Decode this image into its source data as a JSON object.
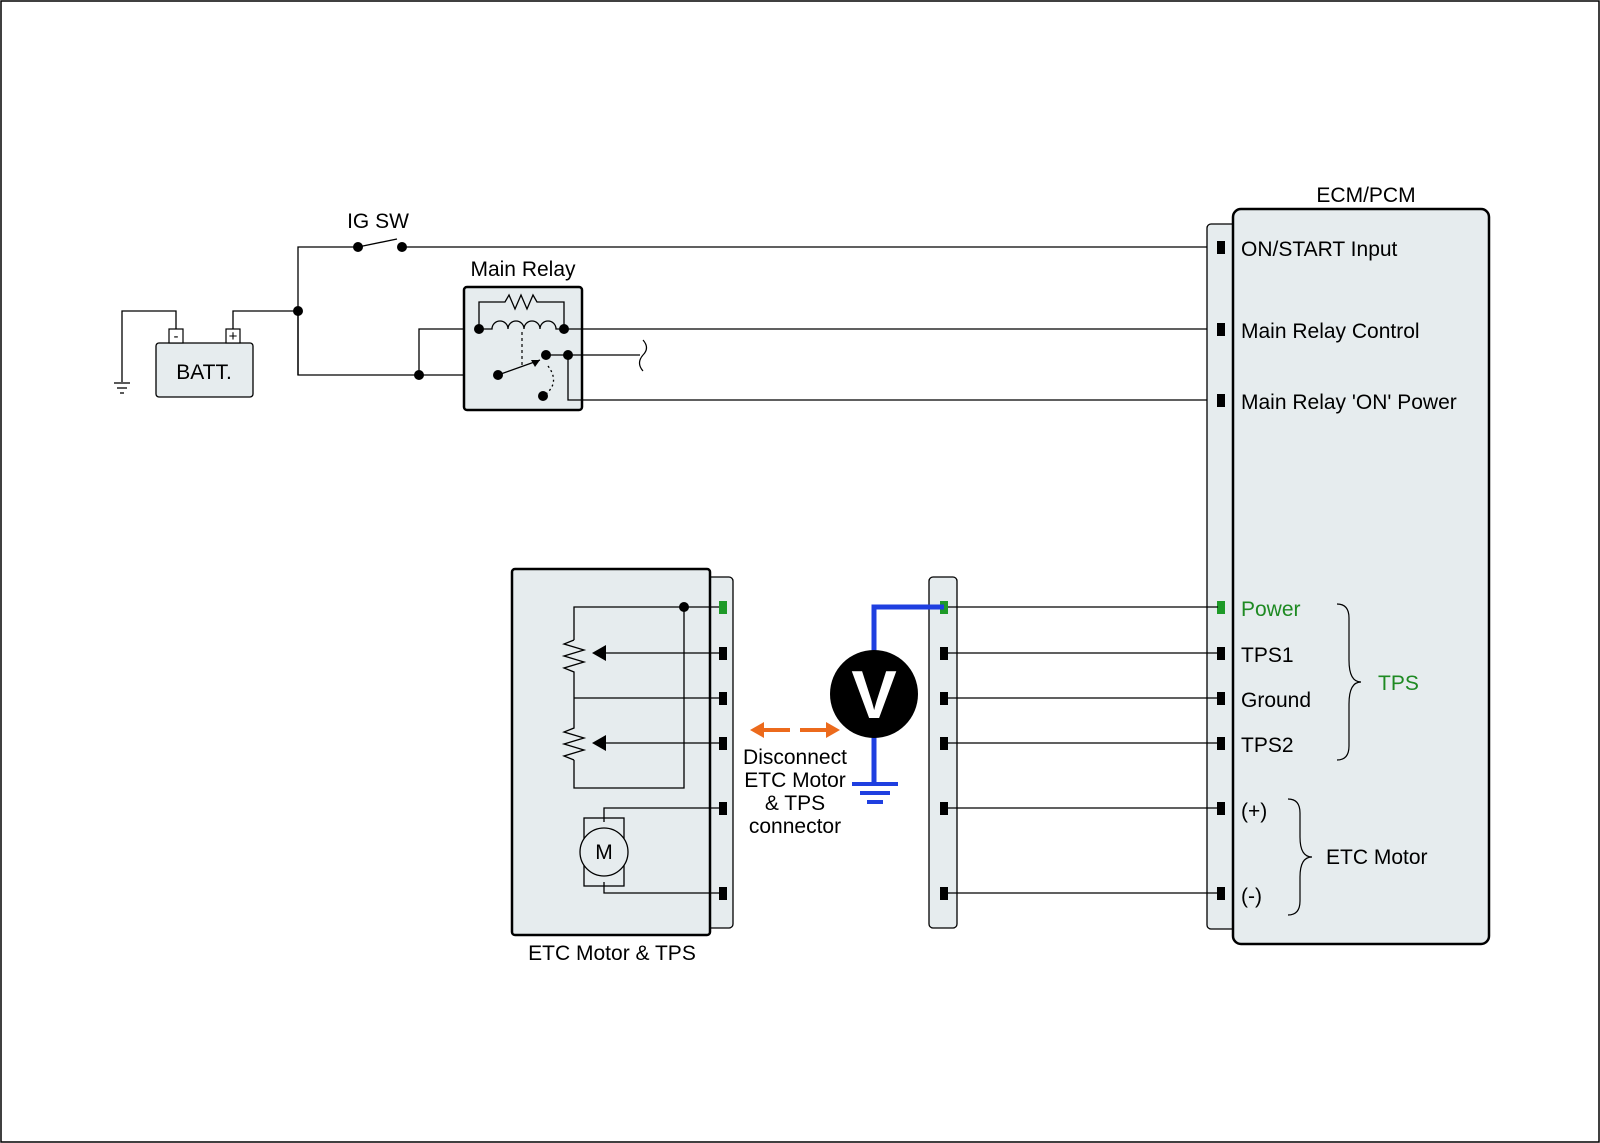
{
  "labels": {
    "ig_switch": "IG SW",
    "main_relay": "Main Relay",
    "battery": "BATT.",
    "battery_neg": "-",
    "battery_pos": "+",
    "ecm": "ECM/PCM",
    "etc_module": "ETC Motor & TPS",
    "motor": "M",
    "voltmeter": "V",
    "tps_group": "TPS",
    "etc_group": "ETC Motor"
  },
  "ecm_pins": {
    "on_start": "ON/START Input",
    "relay_control": "Main Relay Control",
    "relay_on_power": "Main Relay 'ON' Power",
    "power": "Power",
    "tps1": "TPS1",
    "ground": "Ground",
    "tps2": "TPS2",
    "motor_pos": "(+)",
    "motor_neg": "(-)"
  },
  "note": {
    "line1": "Disconnect",
    "line2": "ETC Motor",
    "line3": "& TPS",
    "line4": "connector"
  },
  "colors": {
    "highlight_green": "#1e8a22",
    "probe_wire": "#1f3fe0",
    "arrow": "#ec6a1c",
    "module_fill": "#e6ecee"
  }
}
